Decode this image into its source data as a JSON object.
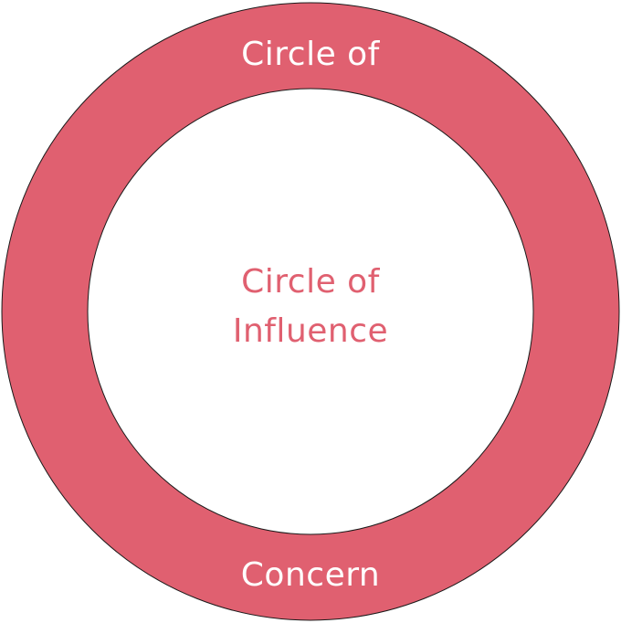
{
  "diagram": {
    "outer_circle": {
      "label_top": "Circle of",
      "label_bottom": "Concern",
      "fill": "#e06070",
      "stroke": "#1a1a1a",
      "label_color": "#ffffff"
    },
    "inner_circle": {
      "label_line1": "Circle of",
      "label_line2": "Influence",
      "fill": "#ffffff",
      "stroke": "#1a1a1a",
      "label_color": "#e06070"
    }
  }
}
